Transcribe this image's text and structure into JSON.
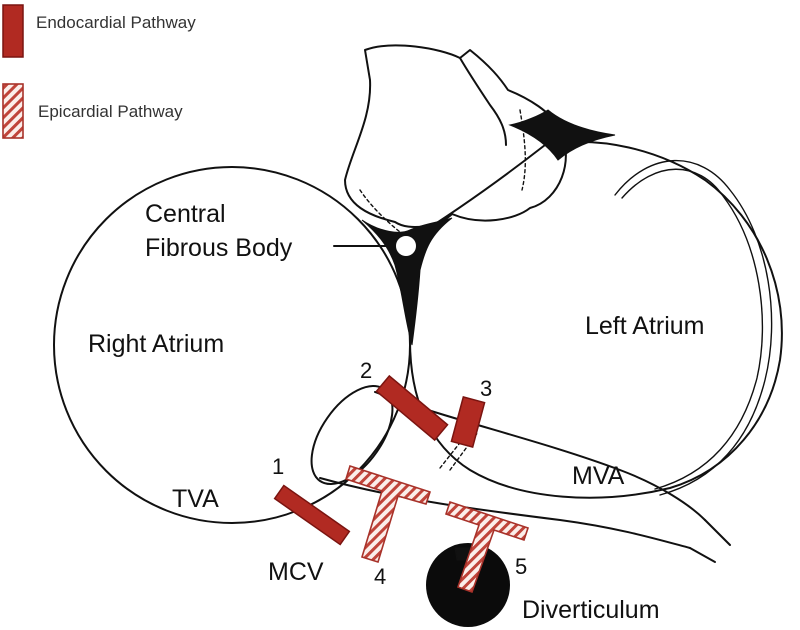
{
  "legend": {
    "endocardial": "Endocardial Pathway",
    "epicardial": "Epicardial Pathway"
  },
  "labels": {
    "central_fibrous_body_line1": "Central",
    "central_fibrous_body_line2": "Fibrous Body",
    "right_atrium": "Right Atrium",
    "left_atrium": "Left Atrium",
    "tva": "TVA",
    "mva": "MVA",
    "mcv": "MCV",
    "diverticulum": "Diverticulum"
  },
  "pathways": [
    {
      "number": "1",
      "type": "endocardial"
    },
    {
      "number": "2",
      "type": "endocardial"
    },
    {
      "number": "3",
      "type": "endocardial"
    },
    {
      "number": "4",
      "type": "epicardial"
    },
    {
      "number": "5",
      "type": "epicardial"
    }
  ],
  "colors": {
    "endocardial": "#b12a22",
    "epicardial_stripe": "#c0443a",
    "outline": "#111111"
  }
}
